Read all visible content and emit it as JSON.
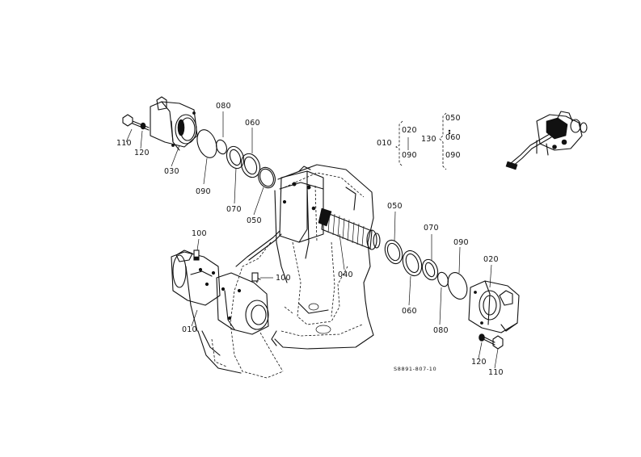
{
  "diagram": {
    "labels": {
      "p110_left": "110",
      "p120_left": "120",
      "p030": "030",
      "p080_top": "080",
      "p090_top": "090",
      "p060_top": "060",
      "p070_top": "070",
      "p050_top": "050",
      "p100_a": "100",
      "p100_b": "100",
      "p010_bottom": "010",
      "p040": "040",
      "p050_right": "050",
      "p070_right": "070",
      "p060_bottom": "060",
      "p080_bottom": "080",
      "p090_right": "090",
      "p020": "020",
      "p120_right": "120",
      "p110_right": "110",
      "drawing_code": "S8891-807-10"
    },
    "legend": {
      "group1_ref": "010",
      "group1_top": "020",
      "group1_bottom": "090",
      "group2_ref": "130",
      "group2_top": "050",
      "group2_mid": "060",
      "group2_bottom": "090"
    }
  }
}
